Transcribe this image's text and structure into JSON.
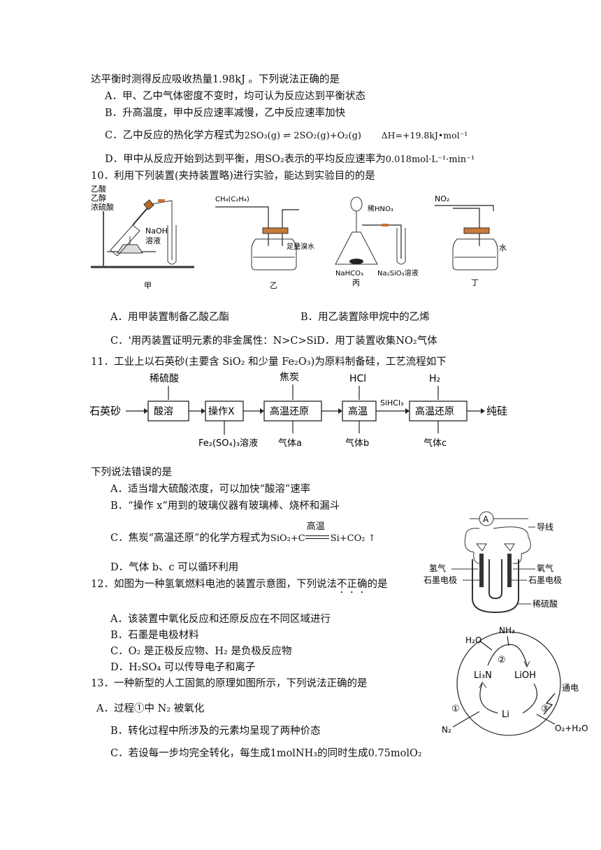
{
  "q9": {
    "stem": "达平衡时测得反应吸收热量1.98kJ 。下列说法正确的是",
    "A": "A．甲、乙中气体密度不变时，均可认为反应达到平衡状态",
    "B": "B．升高温度，甲中反应速率减慢，乙中反应速率加快",
    "C_prefix": "C．乙中反应的热化学方程式为",
    "C_eq": "2SO₃(g) ⇌ 2SO₂(g)+O₂(g)",
    "C_dh": "ΔH=+19.8kJ•mol⁻¹",
    "D_prefix": "D．甲中从反应开始到达到平衡，用SO₂表示的平均反应速率为",
    "D_rate": "0.018mol·L⁻¹·min⁻¹"
  },
  "q10": {
    "stem": "10．利用下列装置(夹持装置略)进行实验，能达到实验目的的是",
    "fig": {
      "jia_reagents": [
        "乙酸",
        "乙醇",
        "浓硫酸"
      ],
      "jia_naoh": [
        "NaOH",
        "溶液"
      ],
      "yi_gas": "CH₄(C₂H₄)",
      "yi_reagent": "足量溴水",
      "bing_acid": "稀HNO₃",
      "bing_salt": "NaHCO₃",
      "bing_sol": "Na₂SiO₃溶液",
      "ding_gas": "NO₂",
      "ding_water": "水",
      "labels": [
        "甲",
        "乙",
        "丙",
        "丁"
      ]
    },
    "A": "A．用甲装置制备乙酸乙酯",
    "B": "B．用乙装置除甲烷中的乙烯",
    "CD": "C．'用丙装置证明元素的非金属性：N>C>SiD．用丁装置收集NO₂气体"
  },
  "q11": {
    "stem": "11．工业上以石英砂(主要含 SiO₂ 和少量 Fe₂O₃)为原料制备硅，工艺流程如下",
    "flow": {
      "start": "石英砂",
      "steps": [
        "酸溶",
        "操作X",
        "高温还原",
        "高温",
        "高温还原"
      ],
      "end": "纯硅",
      "inputs": [
        "稀硫酸",
        "焦炭",
        "HCl",
        "H₂"
      ],
      "outputs": [
        "Fe₂(SO₄)₃溶液",
        "气体a",
        "气体b",
        "气体c"
      ],
      "middle": "SiHCl₃"
    },
    "lead": "下列说法错误的是",
    "A": "A．适当增大硫酸浓度，可以加快“酸溶”速率",
    "B": "B．“操作 x”用到的玻璃仪器有玻璃棒、烧杯和漏斗",
    "C_prefix": "C．焦炭“高温还原”的化学方程式为",
    "C_eq_left": "SiO₂+C",
    "C_cond": "高温",
    "C_eq_right": "Si+CO₂ ↑",
    "D": "D．气体 b、c 可以循环利用"
  },
  "q12": {
    "stem_a": "12．如图为一种氢氧燃料电池的装置示意图，下列说法",
    "stem_emph": "不正确",
    "stem_b": "的是",
    "fig": {
      "meter": "A",
      "wire": "导线",
      "left_gas": "氢气",
      "right_gas": "氧气",
      "left_elec": "石墨电极",
      "right_elec": "石墨电极",
      "acid": "稀硫酸"
    },
    "A": "A．该装置中氧化反应和还原反应在不同区域进行",
    "B": "B．石墨是电极材料",
    "C": "C．O₂ 是正极反应物、H₂ 是负极反应物",
    "D": "D．H₂SO₄ 可以传导电子和离子"
  },
  "q13": {
    "stem": "13．一种新型的人工固氮的原理如图所示，下列说法正确的是",
    "fig": {
      "nh3": "NH₃",
      "h2o": "H₂O",
      "li3n": "Li₃N",
      "lioh": "LiOH",
      "li": "Li",
      "n2": "N₂",
      "power": "通电",
      "products": "O₂+H₂O",
      "steps": [
        "①",
        "②",
        "③"
      ]
    },
    "A": "A．过程①中 N₂ 被氧化",
    "B": "B．转化过程中所涉及的元素均呈现了两种价态",
    "C": "C．若设每一步均完全转化，每生成1molNH₃的同时生成0.75molO₂"
  }
}
